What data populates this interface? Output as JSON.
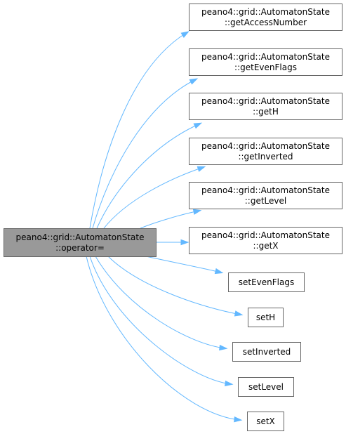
{
  "diagram": {
    "root": {
      "lines": [
        "peano4::grid::AutomatonState",
        "::operator="
      ]
    },
    "callees": [
      {
        "lines": [
          "peano4::grid::AutomatonState",
          "::getAccessNumber"
        ]
      },
      {
        "lines": [
          "peano4::grid::AutomatonState",
          "::getEvenFlags"
        ]
      },
      {
        "lines": [
          "peano4::grid::AutomatonState",
          "::getH"
        ]
      },
      {
        "lines": [
          "peano4::grid::AutomatonState",
          "::getInverted"
        ]
      },
      {
        "lines": [
          "peano4::grid::AutomatonState",
          "::getLevel"
        ]
      },
      {
        "lines": [
          "peano4::grid::AutomatonState",
          "::getX"
        ]
      },
      {
        "lines": [
          "setEvenFlags"
        ]
      },
      {
        "lines": [
          "setH"
        ]
      },
      {
        "lines": [
          "setInverted"
        ]
      },
      {
        "lines": [
          "setLevel"
        ]
      },
      {
        "lines": [
          "setX"
        ]
      }
    ],
    "colors": {
      "edge": "#63b8ff",
      "root_fill": "#999999",
      "node_border": "#666666"
    }
  }
}
